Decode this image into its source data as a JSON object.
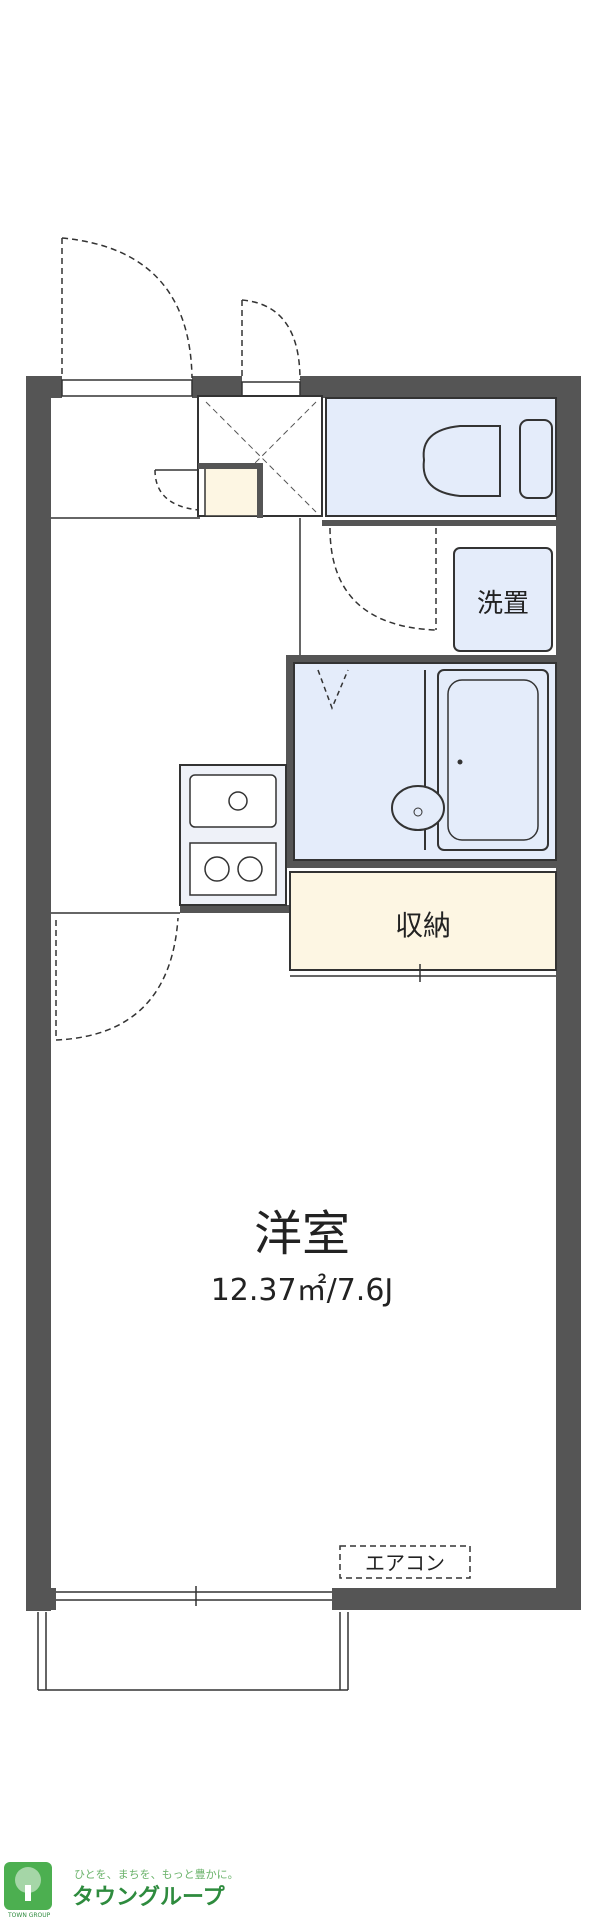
{
  "floorplan": {
    "main_room": {
      "name": "洋室",
      "area": "12.37㎡/7.6J"
    },
    "storage": {
      "name": "収納"
    },
    "washer": {
      "name": "洗置"
    },
    "aircon": {
      "name": "エアコン"
    }
  },
  "colors": {
    "wall": "#555555",
    "wet_area": "#e4ecfa",
    "storage": "#fdf6e3",
    "kitchen": "#eef1f8",
    "line": "#333333"
  },
  "logo": {
    "tagline": "ひとを、まちを、もっと豊かに。",
    "name": "タウングループ",
    "sub": "TOWN GROUP"
  }
}
